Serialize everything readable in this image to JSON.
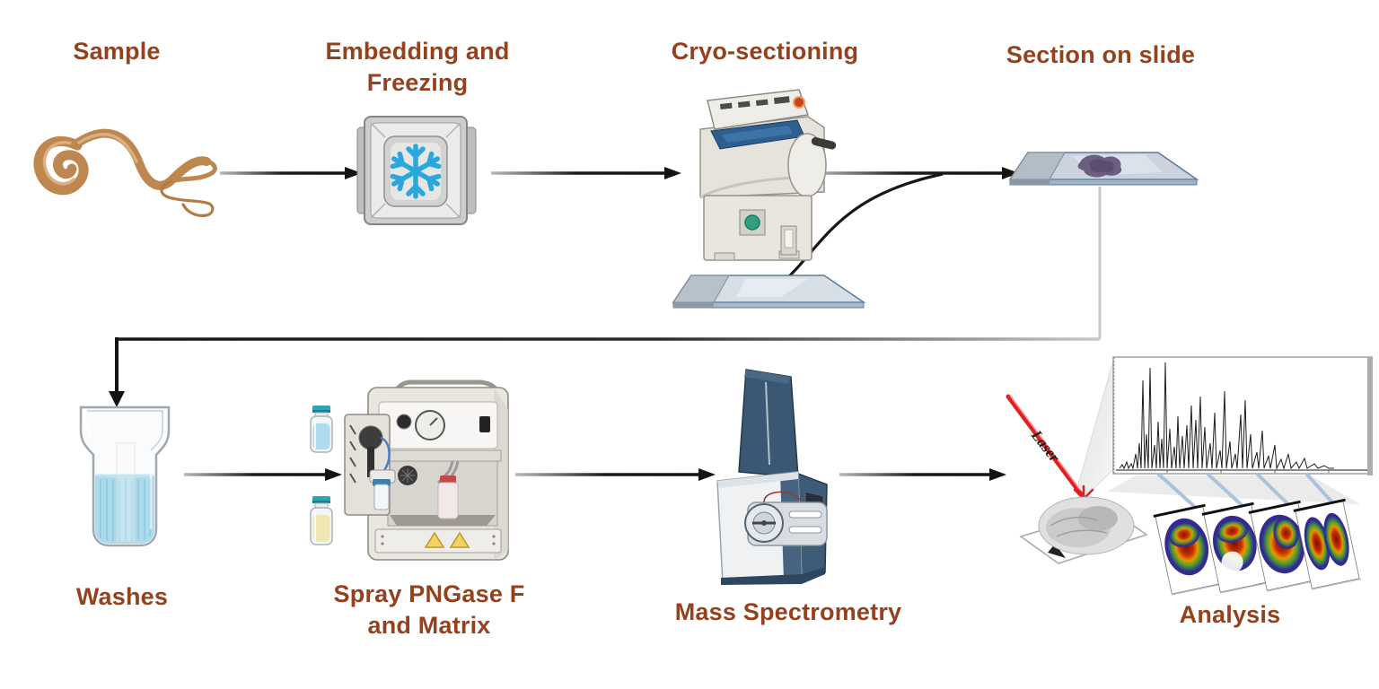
{
  "diagram": {
    "type": "maldi-imaging-workflow",
    "steps": [
      {
        "id": "sample",
        "label": "Sample",
        "icon": "worm-icon"
      },
      {
        "id": "embedding-freezing",
        "label": "Embedding and Freezing",
        "icon": "cryomold-snowflake-icon"
      },
      {
        "id": "cryo-sectioning",
        "label": "Cryo-sectioning",
        "icon": "cryostat-icon"
      },
      {
        "id": "section-on-slide",
        "label": "Section on slide",
        "icon": "slide-with-tissue-icon"
      },
      {
        "id": "washes",
        "label": "Washes",
        "icon": "staining-jar-icon"
      },
      {
        "id": "spray",
        "label": "Spray PNGase F and Matrix",
        "icon": "matrix-sprayer-icon"
      },
      {
        "id": "mass-spectrometry",
        "label": "Mass Spectrometry",
        "icon": "mass-spectrometer-icon"
      },
      {
        "id": "analysis",
        "label": "Analysis",
        "icon": "laser-spectrum-heatmap-icon"
      }
    ],
    "annotations": {
      "laser_label": "Laser"
    },
    "colors": {
      "label_accent": "#94411D",
      "arrow": "#1A1A1A",
      "snowflake_blue": "#2AA7DC",
      "laser_red": "#E02020",
      "wash_liquid": "#7FC9E2",
      "vial_liquid_blue": "#AEDCEC",
      "vial_liquid_yellow": "#EFE7B2",
      "machine_beige": "#E7E4DE",
      "mass_spec_navy": "#3A5874",
      "slide_glass": "#CBD4DE",
      "tissue_purple": "#6B5E80"
    }
  }
}
